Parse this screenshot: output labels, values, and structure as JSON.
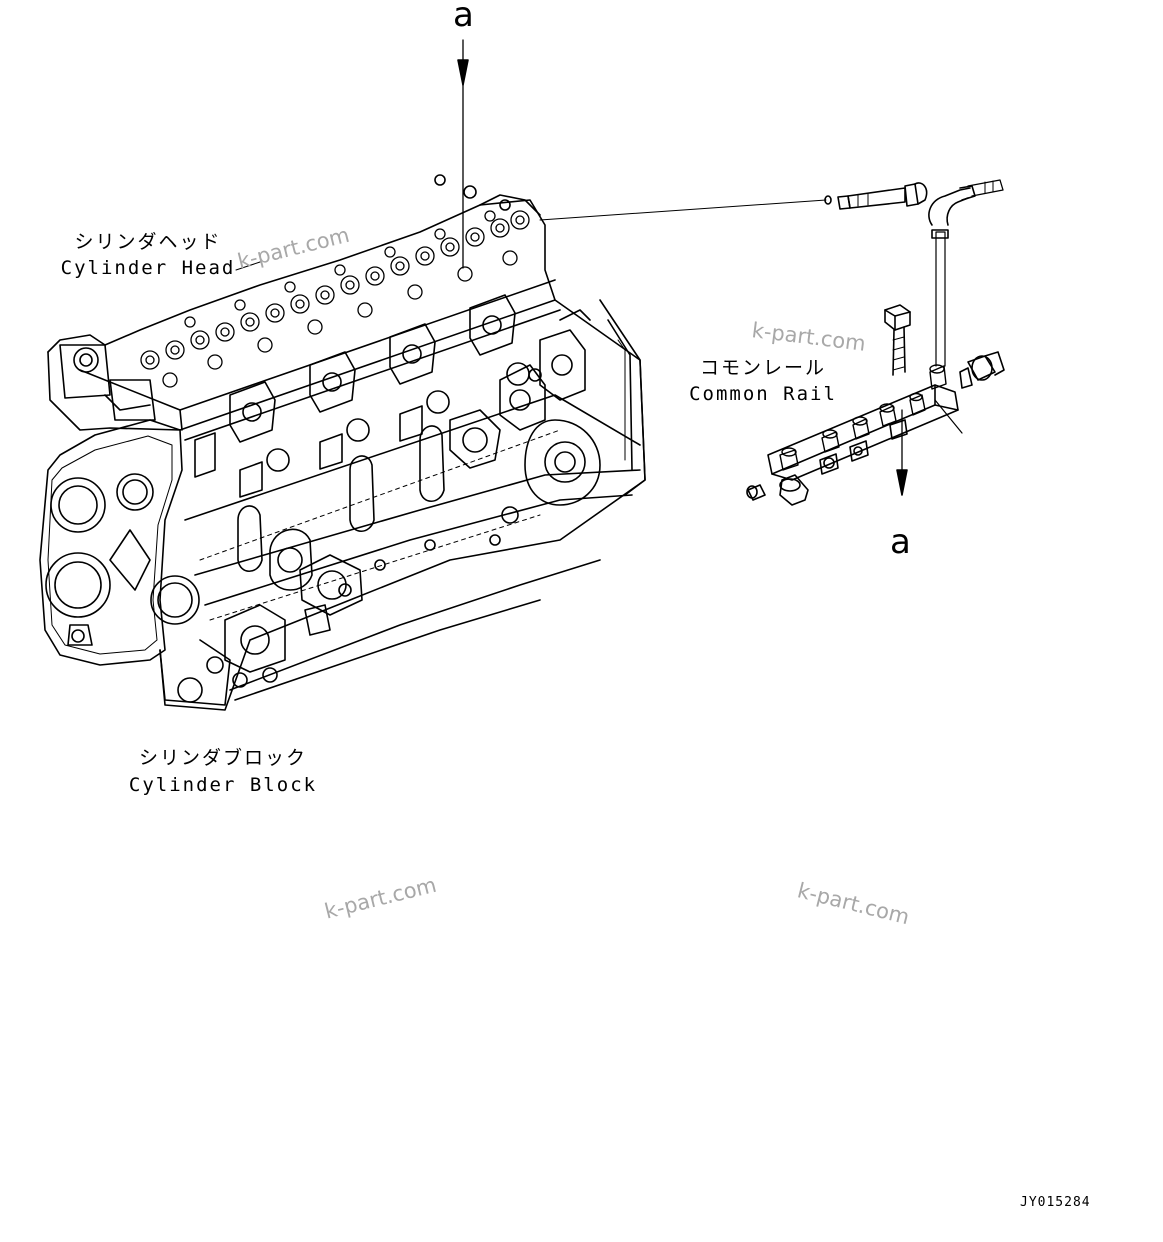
{
  "labels": {
    "cylinder_head_jp": "シリンダヘッド",
    "cylinder_head_en": "Cylinder Head",
    "common_rail_jp": "コモンレール",
    "common_rail_en": "Common Rail",
    "cylinder_block_jp": "シリンダブロック",
    "cylinder_block_en": "Cylinder Block"
  },
  "reference_marks": {
    "top": "a",
    "bottom": "a"
  },
  "watermarks": [
    "k-part.com",
    "k-part.com",
    "k-part.com",
    "k-part.com"
  ],
  "drawing_code": "JY015284"
}
